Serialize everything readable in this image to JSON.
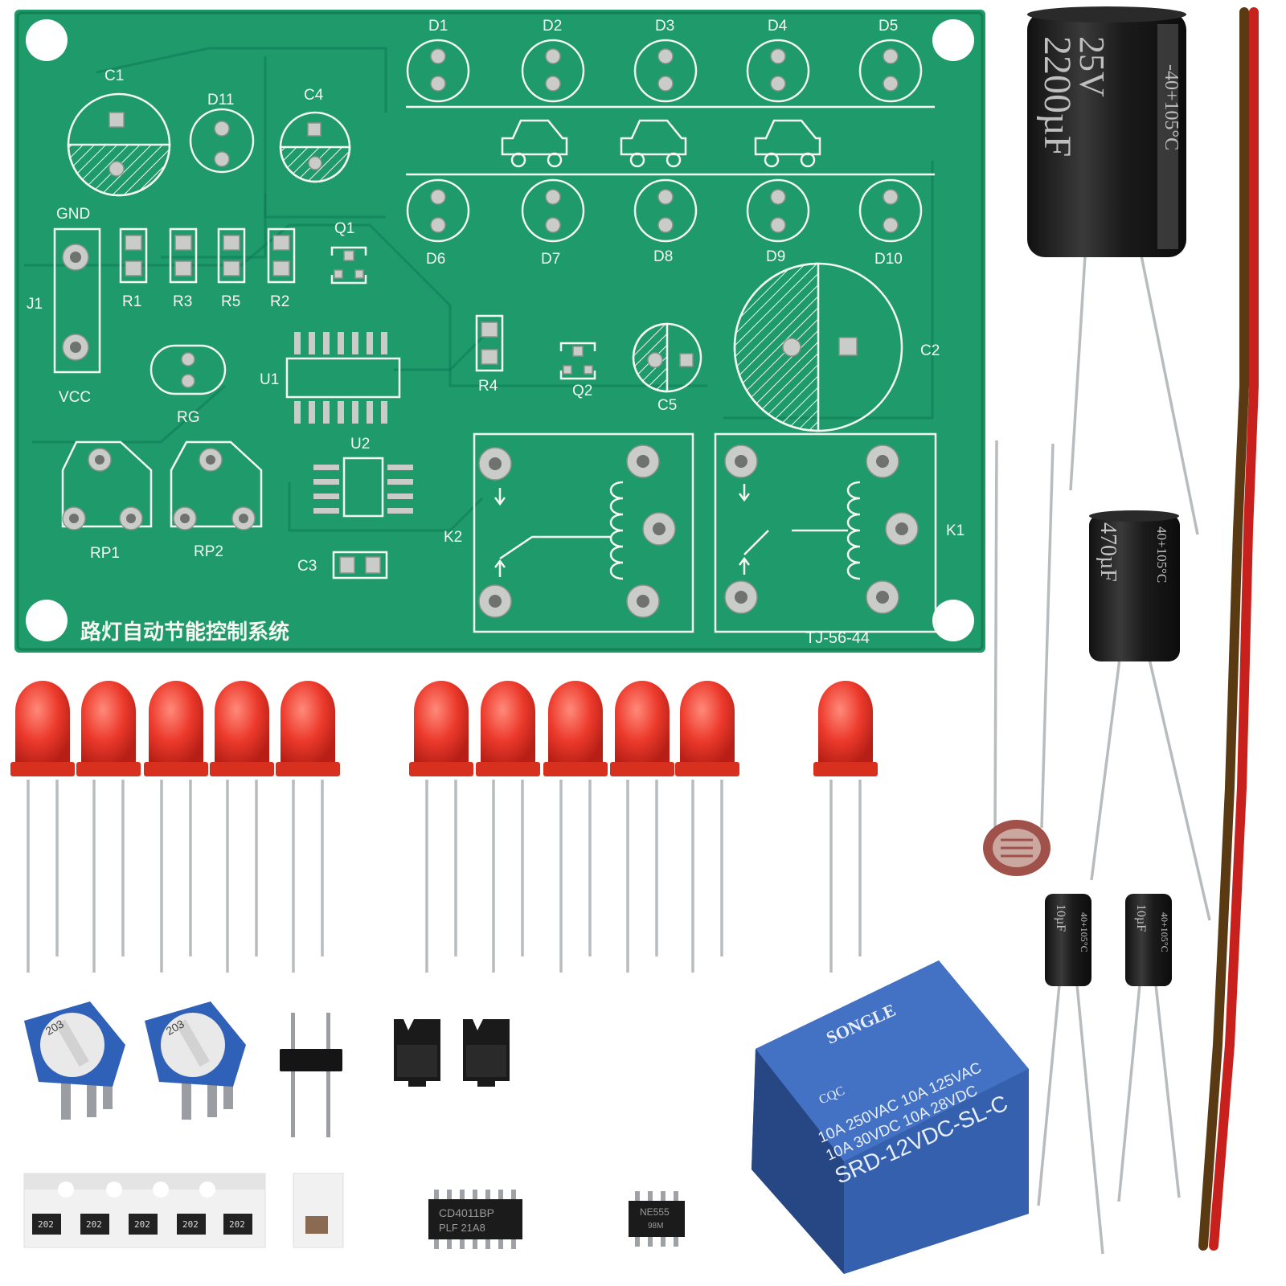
{
  "board": {
    "title": "路灯自动节能控制系统",
    "model": "TJ-56-44",
    "labels": {
      "d1": "D1",
      "d2": "D2",
      "d3": "D3",
      "d4": "D4",
      "d5": "D5",
      "d6": "D6",
      "d7": "D7",
      "d8": "D8",
      "d9": "D9",
      "d10": "D10",
      "d11": "D11",
      "c1": "C1",
      "c2": "C2",
      "c3": "C3",
      "c4": "C4",
      "c5": "C5",
      "gnd": "GND",
      "vcc": "VCC",
      "j1": "J1",
      "q1": "Q1",
      "q2": "Q2",
      "r1": "R1",
      "r2": "R2",
      "r3": "R3",
      "r4": "R4",
      "r5": "R5",
      "u1": "U1",
      "u2": "U2",
      "rg": "RG",
      "rp1": "RP1",
      "rp2": "RP2",
      "k1": "K1",
      "k2": "K2"
    }
  },
  "components": {
    "cap_2200": {
      "line1": "2200µF",
      "line2": "25V",
      "rating": "-40+105°C"
    },
    "cap_470": {
      "line1": "470µF",
      "rating": "40+105°C"
    },
    "cap_small": {
      "line1": "10µF",
      "rating": "40+105°C"
    },
    "relay": {
      "brand": "SONGLE",
      "line1": "10A 250VAC  10A 125VAC",
      "line2": "10A 30VDC  10A 28VDC",
      "model": "SRD-12VDC-SL-C",
      "cert": "CQC"
    },
    "ic_cd4011": {
      "line1": "CD4011BP",
      "line2": "PLF 21A8"
    },
    "ic_ne555": {
      "line1": "NE555",
      "line2": "98M"
    },
    "smd_resistor_code": "202",
    "trimpot_code": "203"
  },
  "colors": {
    "pcb": "#1e9a6b",
    "silkscreen": "#f4f7f2",
    "led": "#e8372b",
    "cap_body": "#1c1c1c",
    "relay": "#3a63b0",
    "wire_red": "#c8201c",
    "wire_brown": "#5a3a12"
  }
}
